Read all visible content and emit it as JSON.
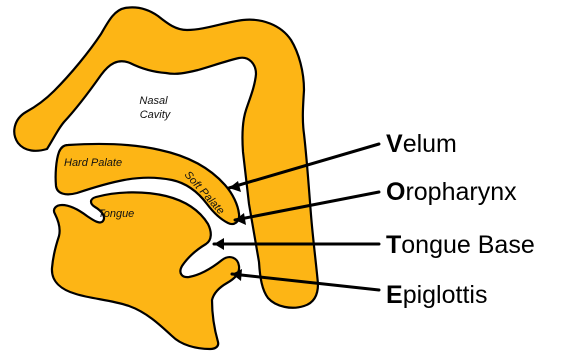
{
  "diagram": {
    "fill_color": "#FDB515",
    "stroke_color": "#000000",
    "anatomy_labels": {
      "nasal_line1": "Nasal",
      "nasal_line2": "Cavity",
      "hard_palate": "Hard Palate",
      "soft_palate": "Soft Palate",
      "tongue": "Tongue"
    },
    "vote_labels": [
      {
        "initial": "V",
        "rest": "elum"
      },
      {
        "initial": "O",
        "rest": "ropharynx"
      },
      {
        "initial": "T",
        "rest": "ongue Base"
      },
      {
        "initial": "E",
        "rest": "piglottis"
      }
    ]
  }
}
